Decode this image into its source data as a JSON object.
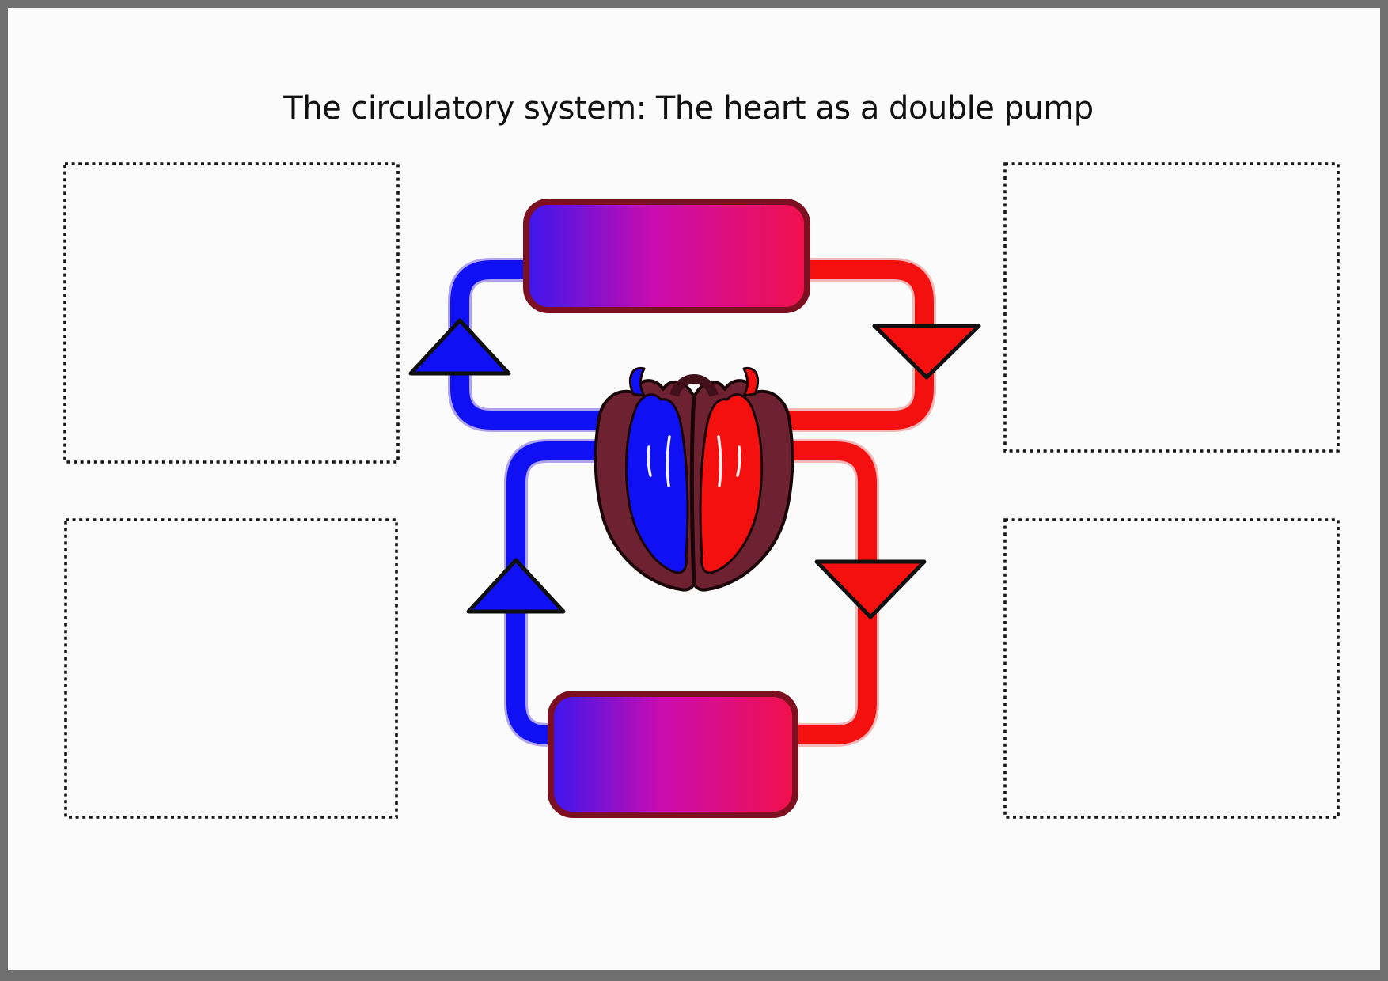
{
  "page": {
    "title": "The circulatory system: The heart as a double pump",
    "background_color": "#fbfbfb",
    "frame_color": "#6f6f6f"
  },
  "worksheet": {
    "answer_boxes": [
      {
        "position": "top-left",
        "content": ""
      },
      {
        "position": "top-right",
        "content": ""
      },
      {
        "position": "bottom-left",
        "content": ""
      },
      {
        "position": "bottom-right",
        "content": ""
      }
    ]
  },
  "diagram": {
    "loops": [
      {
        "name": "upper-loop",
        "organ_box": "gradient-rounded-rectangle",
        "left_tube_color": "#1010f5",
        "right_tube_color": "#f51010",
        "left_arrow": {
          "color": "#1010f5",
          "direction": "up"
        },
        "right_arrow": {
          "color": "#f51010",
          "direction": "down"
        }
      },
      {
        "name": "lower-loop",
        "organ_box": "gradient-rounded-rectangle",
        "left_tube_color": "#1010f5",
        "right_tube_color": "#f51010",
        "left_arrow": {
          "color": "#1010f5",
          "direction": "up"
        },
        "right_arrow": {
          "color": "#f51010",
          "direction": "down"
        }
      }
    ],
    "heart": {
      "left_half_color": "#1010f5",
      "right_half_color": "#f51010",
      "muscle_color": "#6e2130"
    }
  },
  "colors": {
    "vein_blue": "#1010f5",
    "artery_red": "#f51010",
    "arrow_outline": "#101010",
    "box_border_dark_red": "#7d1020",
    "gradient_blue": "#3b16ee",
    "gradient_magenta": "#c90cb0",
    "gradient_red": "#f2104a",
    "heart_muscle": "#6e2130",
    "heart_outline": "#1a0508",
    "dotted_box_border": "#161616",
    "page_frame": "#6f6f6f"
  }
}
